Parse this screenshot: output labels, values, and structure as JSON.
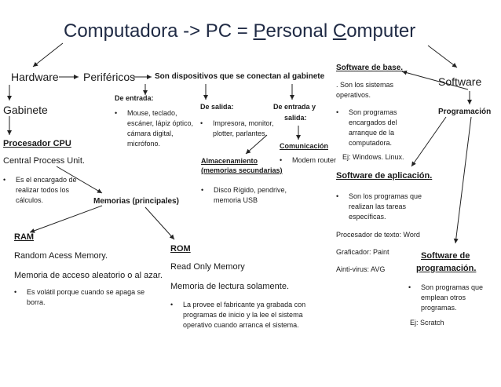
{
  "title": {
    "prefix": "Computadora -> PC = ",
    "p": "P",
    "ersonal": "ersonal ",
    "c": "C",
    "omputer": "omputer"
  },
  "hardware": {
    "label": "Hardware",
    "perifericos": "Periféricos",
    "dispositivos": "Son dispositivos que se conectan al gabinete",
    "entrada": {
      "title": "De entrada:",
      "items": [
        "Mouse, teclado, escáner, lápiz óptico, cámara digital, micrófono."
      ]
    },
    "salida": {
      "title": "De salida:",
      "items": [
        "Impresora, monitor, plotter, parlantes."
      ]
    },
    "entrada_salida": {
      "title_line1": "De entrada y",
      "title_line2": "salida:"
    },
    "almacenamiento": {
      "title_line1": "Almacenamiento",
      "title_line2": "(memorias secundarias)",
      "items": [
        "Disco Rígido, pendrive, memoria USB"
      ]
    },
    "comunicacion": {
      "title": "Comunicación",
      "items": [
        "Modem router"
      ]
    },
    "gabinete": "Gabinete",
    "cpu": {
      "title": "Procesador CPU",
      "subtitle": "Central Process Unit.",
      "items": [
        "Es el encargado de realizar todos los cálculos."
      ]
    },
    "memorias": "Memorias (principales)",
    "ram": {
      "title": "RAM",
      "line1": "Random Acess Memory.",
      "line2": "Memoria de acceso aleatorio o al azar.",
      "items": [
        "Es volátil porque cuando se apaga se borra."
      ]
    },
    "rom": {
      "title": "ROM",
      "line1": "Read Only Memory",
      "line2": "Memoria de lectura solamente.",
      "items": [
        "La provee el fabricante ya grabada con programas de inicio y la lee el sistema operativo cuando arranca el sistema."
      ]
    }
  },
  "software": {
    "label": "Software",
    "base": {
      "title": "Software de base.",
      "line1": ". Son los sistemas",
      "line2": "operativos.",
      "example": "Ej: Windows. Linux."
    },
    "programacion_label": "Programación",
    "programacion_items": [
      "Son programas encargados del arranque de la computadora."
    ],
    "aplicacion": {
      "title": "Software de aplicación",
      "title_dot": ".",
      "items": [
        "Son los programas que realizan las tareas específicas."
      ],
      "procesador": "Procesador de texto: Word",
      "graficador": "Graficador: Paint",
      "antivirus": "Ainti-virus: AVG"
    },
    "de_programacion": {
      "title_line1": "Software de",
      "title_line2": "programación.",
      "items": [
        "Son programas que emplean otros programas."
      ],
      "example": "Ej: Scratch"
    }
  },
  "bullet": "•"
}
